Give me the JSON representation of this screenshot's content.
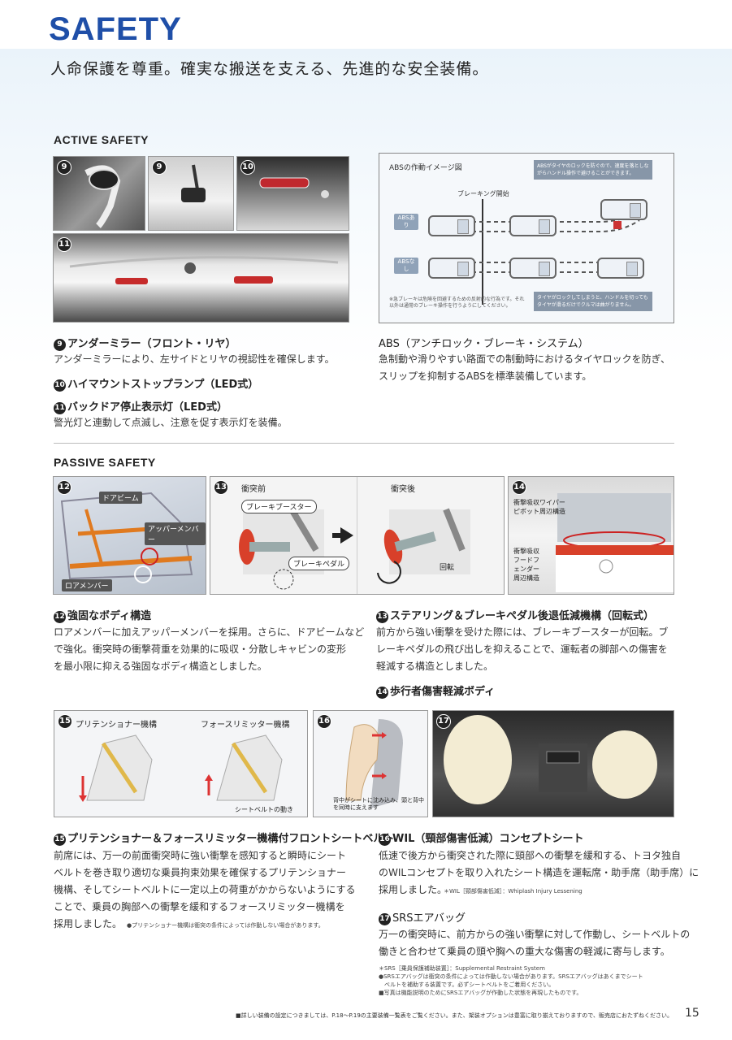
{
  "header": {
    "title": "SAFETY",
    "subtitle": "人命保護を尊重。確実な搬送を支える、先進的な安全装備。"
  },
  "active": {
    "heading": "ACTIVE SAFETY",
    "photo_nums": [
      "9",
      "9",
      "10",
      "11"
    ],
    "abs_diagram": {
      "title": "ABSの作動イメージ図",
      "braking_start": "ブレーキング開始",
      "label_with": "ABSあり",
      "label_without": "ABSなし",
      "callout_top": "ABSがタイヤのロックを防ぐので、速度を落としながらハンドル操作で避けることができます。",
      "callout_bottom": "タイヤがロックしてしまうと、ハンドルを切ってもタイヤが滑るだけでクルマは曲がりません。",
      "footnote": "※急ブレーキは危険を回避するための反射的な行為です。それ以外は通常のブレーキ操作を行うようにしてください。"
    },
    "items": [
      {
        "num": "9",
        "title": "アンダーミラー（フロント・リヤ）",
        "text": "アンダーミラーにより、左サイドとリヤの視認性を確保します。"
      },
      {
        "num": "10",
        "title": "ハイマウントストップランプ（LED式）",
        "text": ""
      },
      {
        "num": "11",
        "title": "バックドア停止表示灯（LED式）",
        "text": "警光灯と連動して点滅し、注意を促す表示灯を装備。"
      }
    ],
    "abs": {
      "title": "ABS（アンチロック・ブレーキ・システム）",
      "text": [
        "急制動や滑りやすい路面での制動時におけるタイヤロックを防ぎ、",
        "スリップを抑制するABSを標準装備しています。"
      ]
    }
  },
  "passive": {
    "heading": "PASSIVE SAFETY",
    "p12": {
      "num": "12",
      "door_beam": "ドアビーム",
      "upper_member": "アッパーメンバー",
      "lower_member": "ロアメンバー"
    },
    "p13": {
      "num": "13",
      "before": "衝突前",
      "after": "衝突後",
      "brake_booster": "ブレーキブースター",
      "brake_pedal": "ブレーキペダル",
      "rotation": "回転"
    },
    "p14": {
      "num": "14",
      "label_wiper": "衝撃吸収ワイパーピボット周辺構造",
      "label_hood": "衝撃吸収フードフェンダー周辺構造"
    },
    "item12": {
      "num": "12",
      "title": "強固なボディ構造",
      "text": [
        "ロアメンバーに加えアッパーメンバーを採用。さらに、ドアビームなど",
        "で強化。衝突時の衝撃荷重を効果的に吸収・分散しキャビンの変形",
        "を最小限に抑える強固なボディ構造としました。"
      ]
    },
    "item13": {
      "num": "13",
      "title": "ステアリング＆ブレーキペダル後退低減機構（回転式）",
      "text": [
        "前方から強い衝撃を受けた際には、ブレーキブースターが回転。ブ",
        "レーキペダルの飛び出しを抑えることで、運転者の脚部への傷害を",
        "軽減する構造としました。"
      ]
    },
    "item14": {
      "num": "14",
      "title": "歩行者傷害軽減ボディ"
    },
    "p15": {
      "num": "15",
      "pretensioner": "プリテンショナー機構",
      "force_limiter": "フォースリミッター機構",
      "belt_motion": "シートベルトの動き"
    },
    "p16": {
      "num": "16",
      "caption": "背中がシートに沈み込み、頭と背中を同時に支えます"
    },
    "p17": {
      "num": "17"
    },
    "item15": {
      "num": "15",
      "title": "プリテンショナー＆フォースリミッター機構付フロントシートベルト",
      "text": [
        "前席には、万一の前面衝突時に強い衝撃を感知すると瞬時にシート",
        "ベルトを巻き取り適切な乗員拘束効果を確保するプリテンショナー",
        "機構、そしてシートベルトに一定以上の荷重がかからないようにする",
        "ことで、乗員の胸部への衝撃を緩和するフォースリミッター機構を",
        "採用しました。"
      ],
      "note": "●プリテンショナー機構は衝突の条件によっては作動しない場合があります。"
    },
    "item16": {
      "num": "16",
      "title": "WIL（頸部傷害低減）コンセプトシート",
      "text": [
        "低速で後方から衝突された際に頸部への衝撃を緩和する、トヨタ独自",
        "のWILコンセプトを取り入れたシート構造を運転席・助手席（助手席）に",
        "採用しました。"
      ],
      "note": "＊WIL［頸部傷害低減］：Whiplash Injury Lessening"
    },
    "item17": {
      "num": "17",
      "title": "SRSエアバッグ",
      "text": [
        "万一の衝突時に、前方からの強い衝撃に対して作動し、シートベルトの",
        "働きと合わせて乗員の頭や胸への重大な傷害の軽減に寄与します。"
      ],
      "notes": [
        "＊SRS［乗員保護補助装置］：Supplemental Restraint System",
        "●SRSエアバッグは衝突の条件によっては作動しない場合があります。SRSエアバッグはあくまでシート",
        "　ベルトを補助する装置です。必ずシートベルトをご着用ください。",
        "■写真は機能説明のためにSRSエアバッグが作動した状態を再現したものです。"
      ]
    }
  },
  "footer": {
    "text": "■詳しい装備の設定につきましては、P.18〜P.19の主要装備一覧表をご覧ください。また、架装オプションは豊富に取り揃えておりますので、販売店におたずねください。",
    "page": "15"
  }
}
